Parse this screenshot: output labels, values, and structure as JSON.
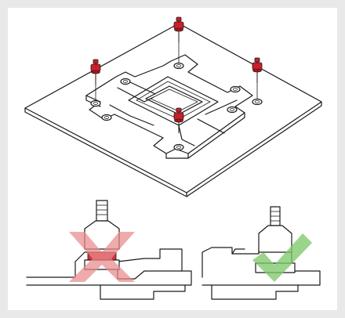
{
  "colors": {
    "background": "#e9e9e9",
    "panel": "#ffffff",
    "line": "#1a1a1a",
    "standoff_red": "#cc1f2a",
    "wrong_mark": "#e98a8a",
    "correct_mark": "#7fc86a",
    "highlight_red": "#d9323c"
  },
  "icons": {
    "wrong": "cross-icon",
    "correct": "check-icon"
  },
  "illustrations": {
    "top": "motherboard-backplate-standoffs",
    "bottom_left": "incorrect-standoff-installation",
    "bottom_right": "correct-standoff-installation"
  }
}
